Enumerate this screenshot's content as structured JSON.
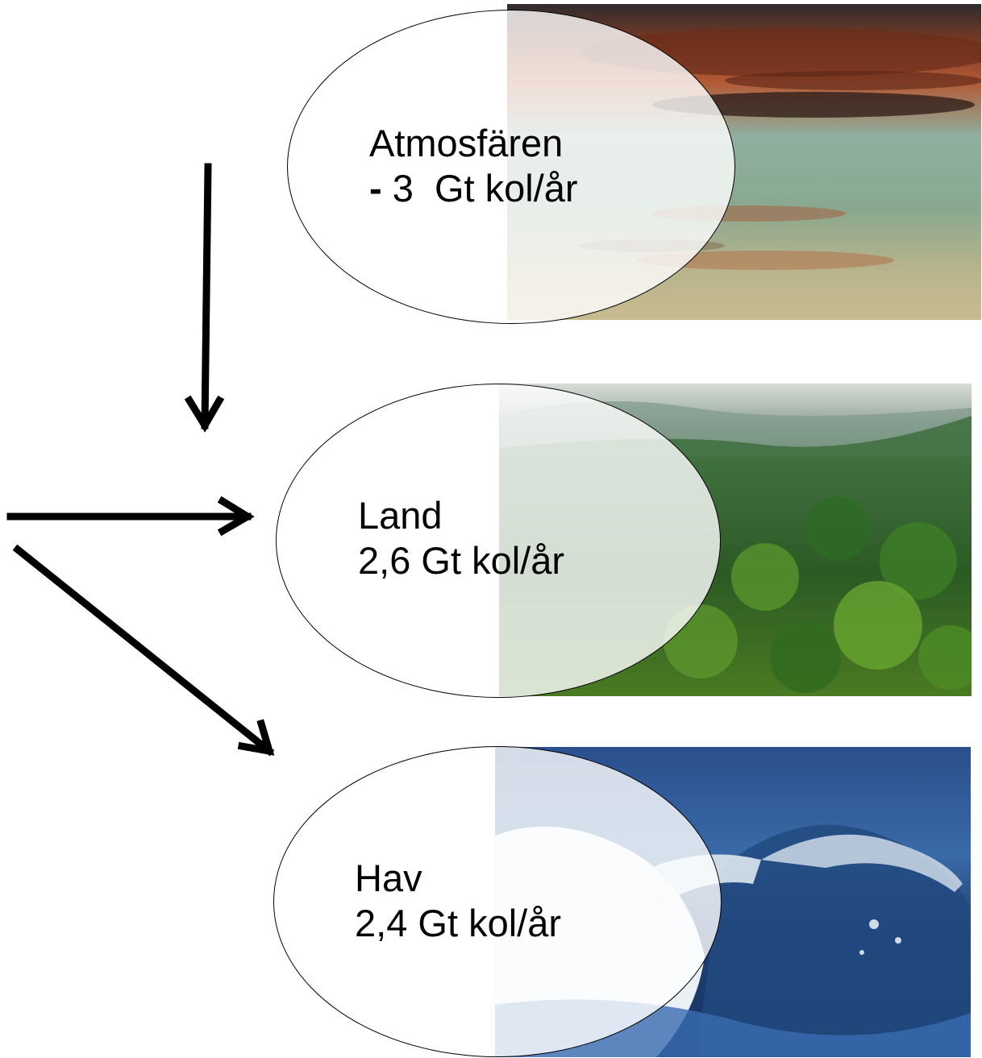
{
  "nodes": {
    "atmosphere": {
      "title": "Atmosfären",
      "value_sign": "-",
      "value": " 3  Gt kol/år",
      "photo": "sunset-sky-photo"
    },
    "land": {
      "title": "Land",
      "value": "2,6 Gt kol/år",
      "photo": "rainforest-photo"
    },
    "sea": {
      "title": "Hav",
      "value": "2,4 Gt kol/år",
      "photo": "ocean-wave-photo"
    }
  },
  "arrows": [
    {
      "from": "source",
      "to": "land",
      "direction": "down"
    },
    {
      "from": "source",
      "to": "land",
      "direction": "right"
    },
    {
      "from": "source",
      "to": "sea",
      "direction": "diagonal"
    }
  ],
  "colors": {
    "sky_top": "#3a3030",
    "sky_orange": "#b0502a",
    "sky_teal": "#86ad9a",
    "forest_dark": "#1f4a22",
    "forest_bright": "#5c9a2a",
    "sea_deep": "#1c3f74",
    "foam": "#e8f0f6"
  }
}
